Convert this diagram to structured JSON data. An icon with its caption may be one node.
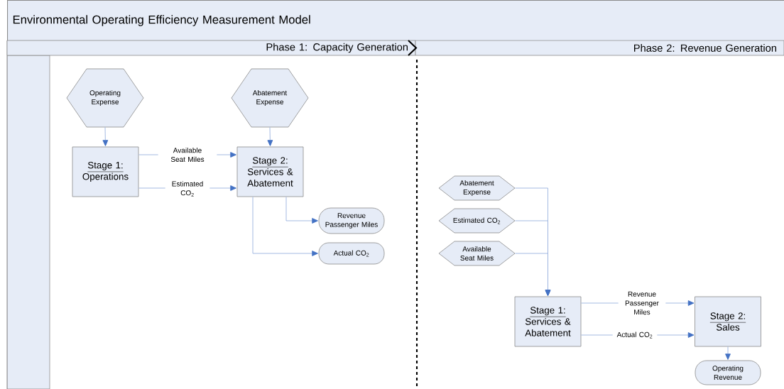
{
  "diagram": {
    "title": "Environmental Operating Efficiency Measurement Model",
    "nodes": [
      {
        "text": [
          "Phase 1: Capacity Generation"
        ]
      },
      {
        "text": [
          "Phase 2: Revenue Generation"
        ]
      },
      {
        "text": [
          "Operating Expense"
        ]
      },
      {
        "text": [
          "Abatement Expense"
        ]
      },
      {
        "text": [
          "Stage 1:",
          "Operations"
        ]
      },
      {
        "text": [
          "Stage 2:",
          "Services & Abatement"
        ]
      },
      {
        "text": [
          "Revenue Passenger Miles"
        ]
      },
      {
        "text": [
          "Actual CO$_{2}$"
        ]
      },
      {
        "text": [
          "Abatement Expense"
        ]
      },
      {
        "text": [
          "Estimated CO$_{2}$"
        ]
      },
      {
        "text": [
          "Available Seat Miles"
        ]
      },
      {
        "text": [
          "Stage 1:",
          "Services & Abatement"
        ]
      },
      {
        "text": [
          "Stage 2:",
          "Sales"
        ]
      },
      {
        "text": [
          "Operating Revenue"
        ]
      }
    ],
    "edges": [
      {
        "from": 2,
        "to": 4,
        "arrow": "to"
      },
      {
        "from": 3,
        "to": 5,
        "arrow": "to"
      },
      {
        "from": 4,
        "to": 5,
        "arrow": "to",
        "label": "Available Seat Miles"
      },
      {
        "from": 4,
        "to": 5,
        "arrow": "to",
        "label": "Estimated CO$_{2}$"
      },
      {
        "from": 5,
        "to": 6,
        "arrow": "to"
      },
      {
        "from": 5,
        "to": 7,
        "arrow": "to"
      },
      {
        "from": 8,
        "to": 11,
        "arrow": "to"
      },
      {
        "from": 9,
        "to": 11,
        "arrow": "to"
      },
      {
        "from": 10,
        "to": 11,
        "arrow": "to"
      },
      {
        "from": 11,
        "to": 12,
        "arrow": "to",
        "label": "Revenue Passenger Miles"
      },
      {
        "from": 11,
        "to": 12,
        "arrow": "to",
        "label": "Actual CO$_{2}$"
      },
      {
        "from": 12,
        "to": 13,
        "arrow": "to"
      }
    ]
  }
}
